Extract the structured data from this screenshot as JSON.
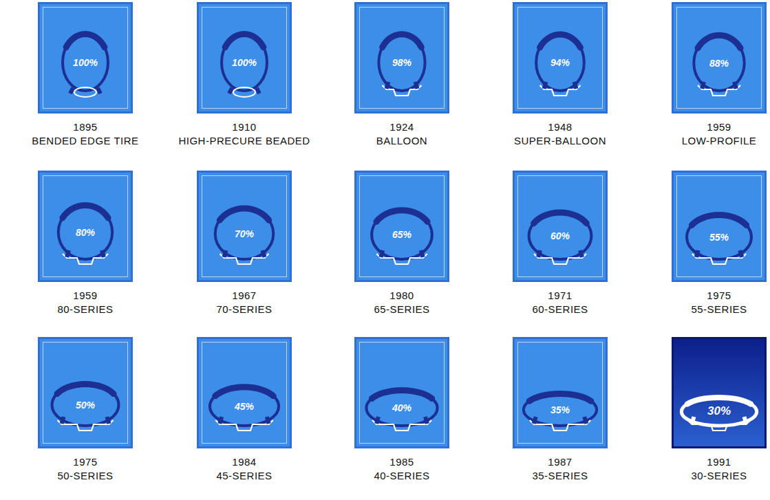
{
  "diagram": {
    "nodes": [
      {
        "text": [
          "100%",
          "1895",
          "BENDED EDGE TIRE"
        ]
      },
      {
        "text": [
          "100%",
          "1910",
          "HIGH-PRECURE BEADED"
        ]
      },
      {
        "text": [
          "98%",
          "1924",
          "BALLOON"
        ]
      },
      {
        "text": [
          "94%",
          "1948",
          "SUPER-BALLOON"
        ]
      },
      {
        "text": [
          "88%",
          "1959",
          "LOW-PROFILE"
        ]
      },
      {
        "text": [
          "80%",
          "1959",
          "80-SERIES"
        ]
      },
      {
        "text": [
          "70%",
          "1967",
          "70-SERIES"
        ]
      },
      {
        "text": [
          "65%",
          "1980",
          "65-SERIES"
        ]
      },
      {
        "text": [
          "60%",
          "1971",
          "60-SERIES"
        ]
      },
      {
        "text": [
          "55%",
          "1975",
          "55-SERIES"
        ]
      },
      {
        "text": [
          "50%",
          "1975",
          "50-SERIES"
        ]
      },
      {
        "text": [
          "45%",
          "1984",
          "45-SERIES"
        ]
      },
      {
        "text": [
          "40%",
          "1985",
          "40-SERIES"
        ]
      },
      {
        "text": [
          "35%",
          "1987",
          "35-SERIES"
        ]
      },
      {
        "text": [
          "30%",
          "1991",
          "30-SERIES"
        ]
      }
    ]
  }
}
